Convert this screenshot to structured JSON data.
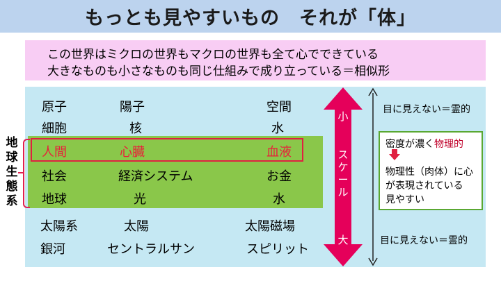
{
  "title": "もっとも見やすいもの　それが「体」",
  "summary": [
    "この世界はミクロの世界もマクロの世界も全て心でできている",
    "大きなものも小さなものも同じ仕組みで成り立っている＝相似形"
  ],
  "table": {
    "rows": [
      [
        "原子",
        "陽子",
        "空間"
      ],
      [
        "細胞",
        "核",
        "水"
      ],
      [
        "人間",
        "心臓",
        "血液"
      ],
      [
        "社会",
        "経済システム",
        "お金"
      ],
      [
        "地球",
        "光",
        "水"
      ],
      [
        "太陽系",
        "太陽",
        "太陽磁場"
      ],
      [
        "銀河",
        "セントラルサン",
        "スピリット"
      ]
    ],
    "highlight_row": 2
  },
  "earth_ecosystem_label": "地球生態系",
  "scale": {
    "top": "小",
    "middle": "スケール",
    "bottom": "大"
  },
  "invisible_top": "目に見えない＝霊的",
  "invisible_bottom": "目に見えない＝霊的",
  "note": {
    "line1_prefix": "密度が濃く",
    "line1_highlight": "物理的",
    "line2": "物理性（肉体）に心",
    "line3": "が表現されている",
    "line4": "見やすい"
  },
  "colors": {
    "title_band": "#bcd3ee",
    "summary_band": "#f8cdf4",
    "table_panel": "#c5e8f3",
    "green_band": "#8ac74a",
    "highlight_red": "#e8203a",
    "scale_arrow": "#e5005a"
  }
}
